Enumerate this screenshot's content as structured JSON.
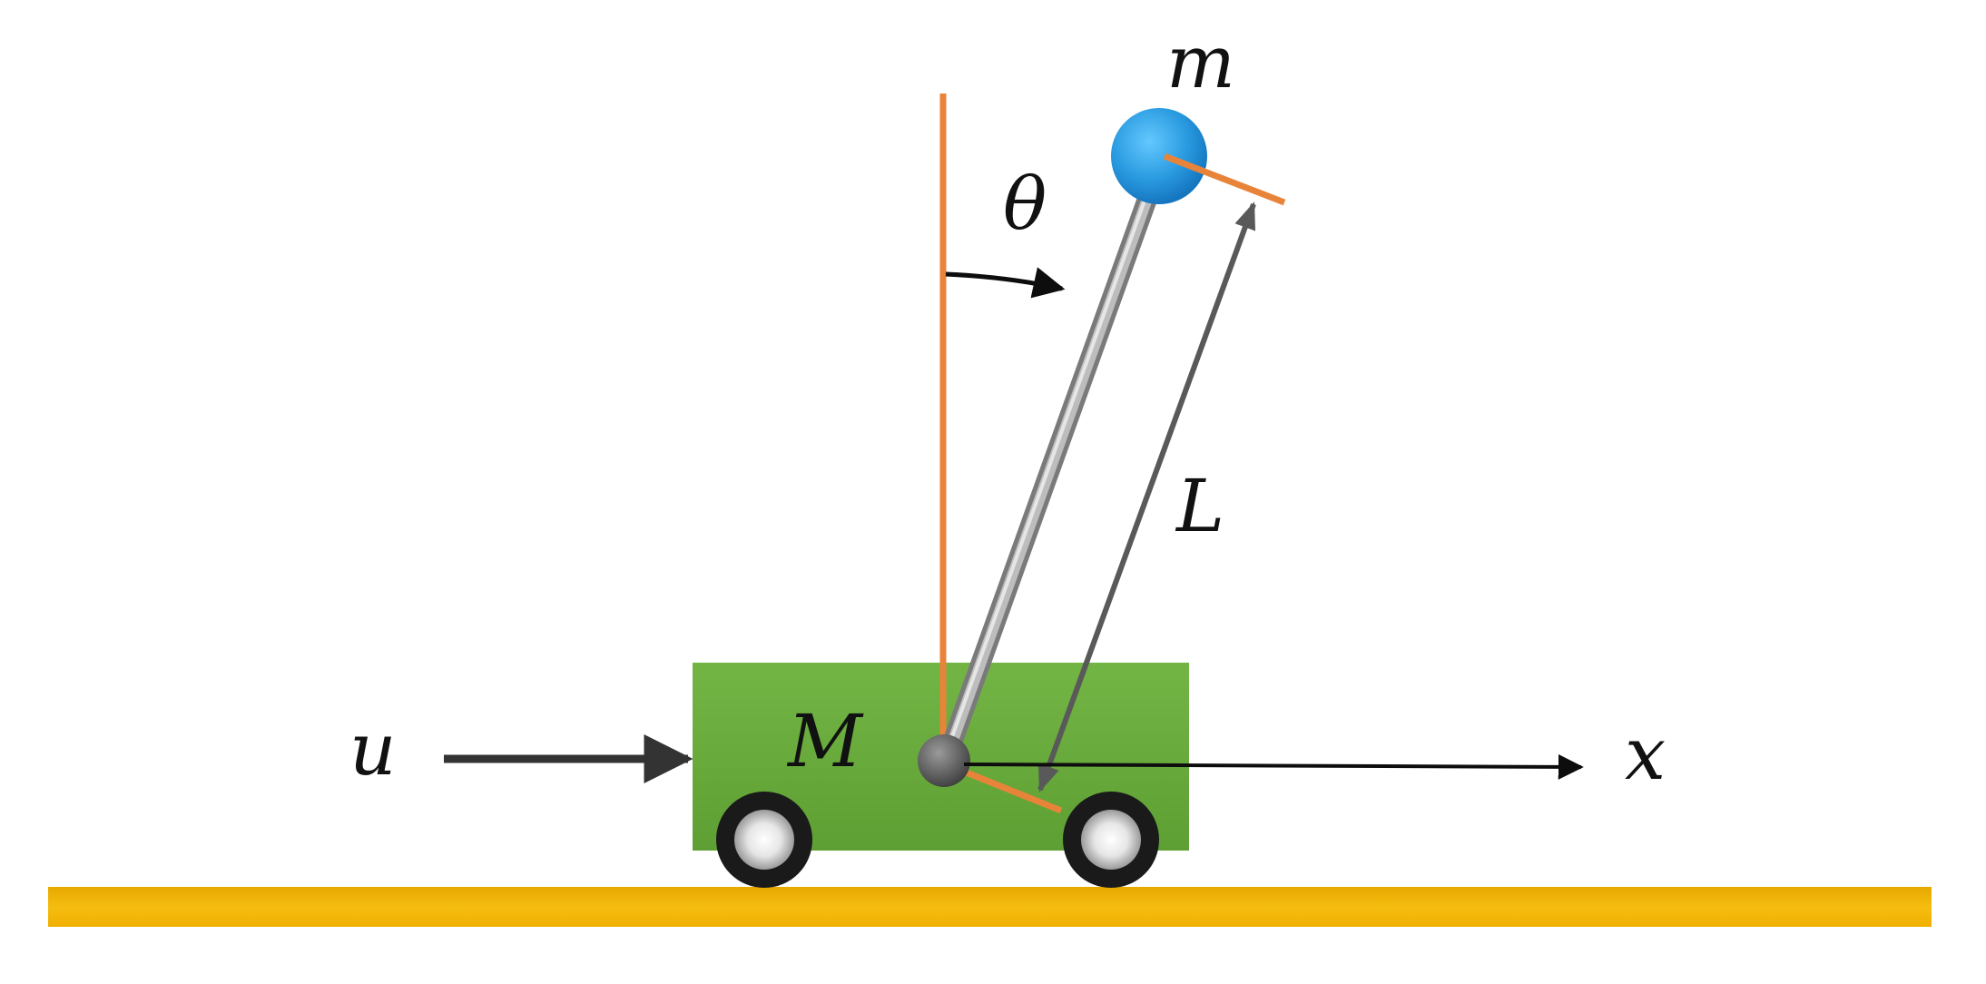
{
  "labels": {
    "pendulum_mass": "m",
    "angle": "θ",
    "length": "L",
    "cart_mass": "M",
    "force": "u",
    "position": "x"
  },
  "colors": {
    "cart": "#6aae3c",
    "ground": "#f1b400",
    "reference_line": "#e8843a",
    "ball": "#2aa3e6",
    "rod": "#a9a9a9",
    "arrow": "#333333",
    "wheel": "#1a1a1a"
  }
}
